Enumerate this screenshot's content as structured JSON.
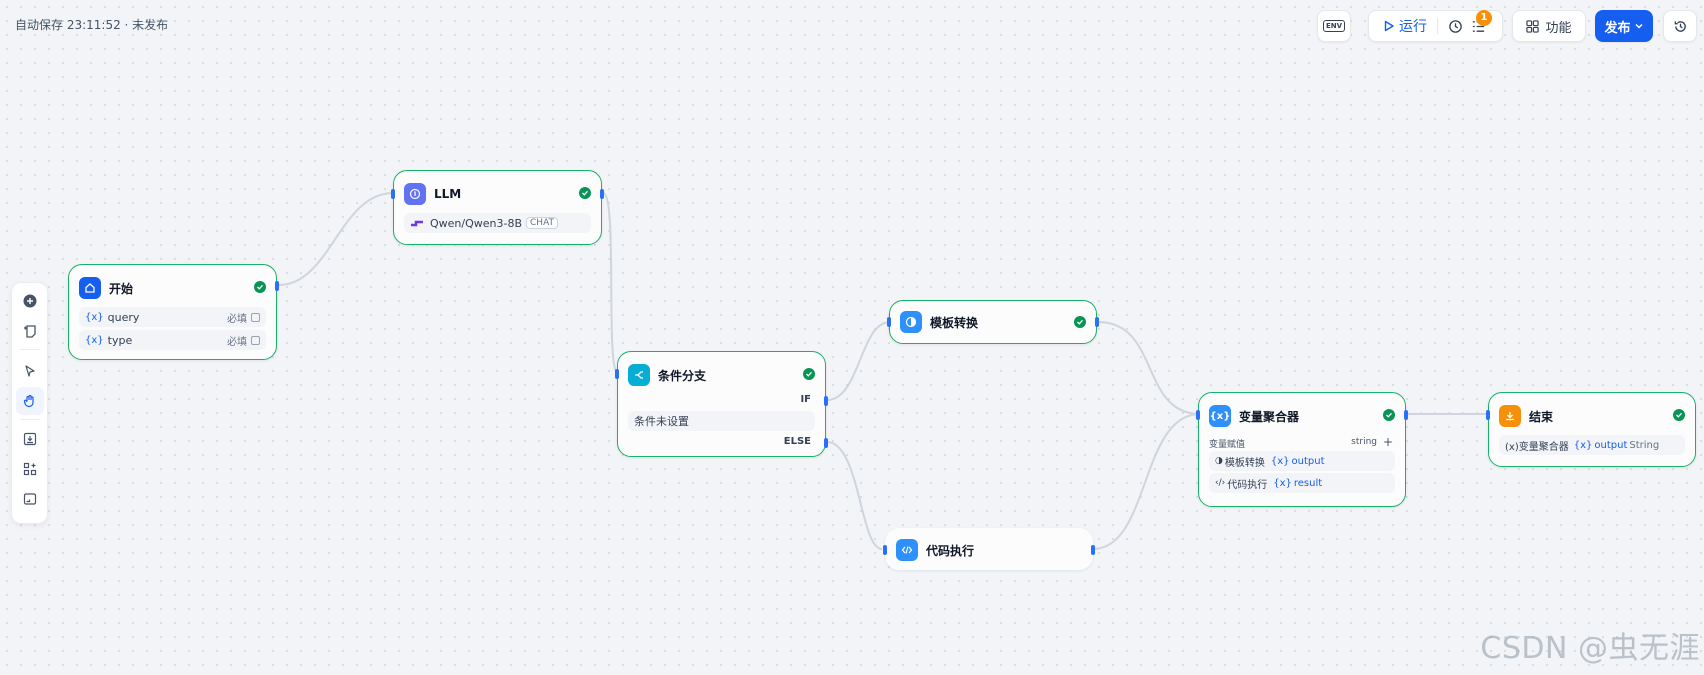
{
  "status": {
    "text": "自动保存 23:11:52 · 未发布"
  },
  "toolbar": {
    "env_label": "ENV",
    "run_label": "运行",
    "checklist_count": "1",
    "features_label": "功能",
    "publish_label": "发布"
  },
  "nodes": {
    "start": {
      "title": "开始",
      "vars": [
        {
          "icon": "{x}",
          "name": "query",
          "required": "必填"
        },
        {
          "icon": "{x}",
          "name": "type",
          "required": "必填"
        }
      ]
    },
    "llm": {
      "title": "LLM",
      "model": "Qwen/Qwen3-8B",
      "mode": "CHAT"
    },
    "if_else": {
      "title": "条件分支",
      "if_label": "IF",
      "condition_text": "条件未设置",
      "else_label": "ELSE"
    },
    "template": {
      "title": "模板转换"
    },
    "code": {
      "title": "代码执行"
    },
    "aggregator": {
      "title": "变量聚合器",
      "assign_label": "变量赋值",
      "type_label": "string",
      "items": [
        {
          "source": "模板转换",
          "var_icon": "{x}",
          "var": "output"
        },
        {
          "source": "代码执行",
          "var_icon": "{x}",
          "var": "result"
        }
      ]
    },
    "end": {
      "title": "结束",
      "source": "(x)变量聚合器",
      "var_icon": "{x}",
      "var": "output",
      "type": "String"
    }
  },
  "watermark": "CSDN @虫无涯",
  "colors": {
    "accent": "#155eef",
    "success": "#079455",
    "node_border": "#17b26a",
    "edge": "#d0d5dd",
    "handle": "#2970ff",
    "badge": "#f79009"
  },
  "icons": {
    "env": "env-icon",
    "run": "play-icon",
    "checklist": "checklist-icon",
    "debug": "clock-icon",
    "features": "grid-icon",
    "history": "history-icon",
    "publish_chevron": "chevron-down-icon"
  }
}
